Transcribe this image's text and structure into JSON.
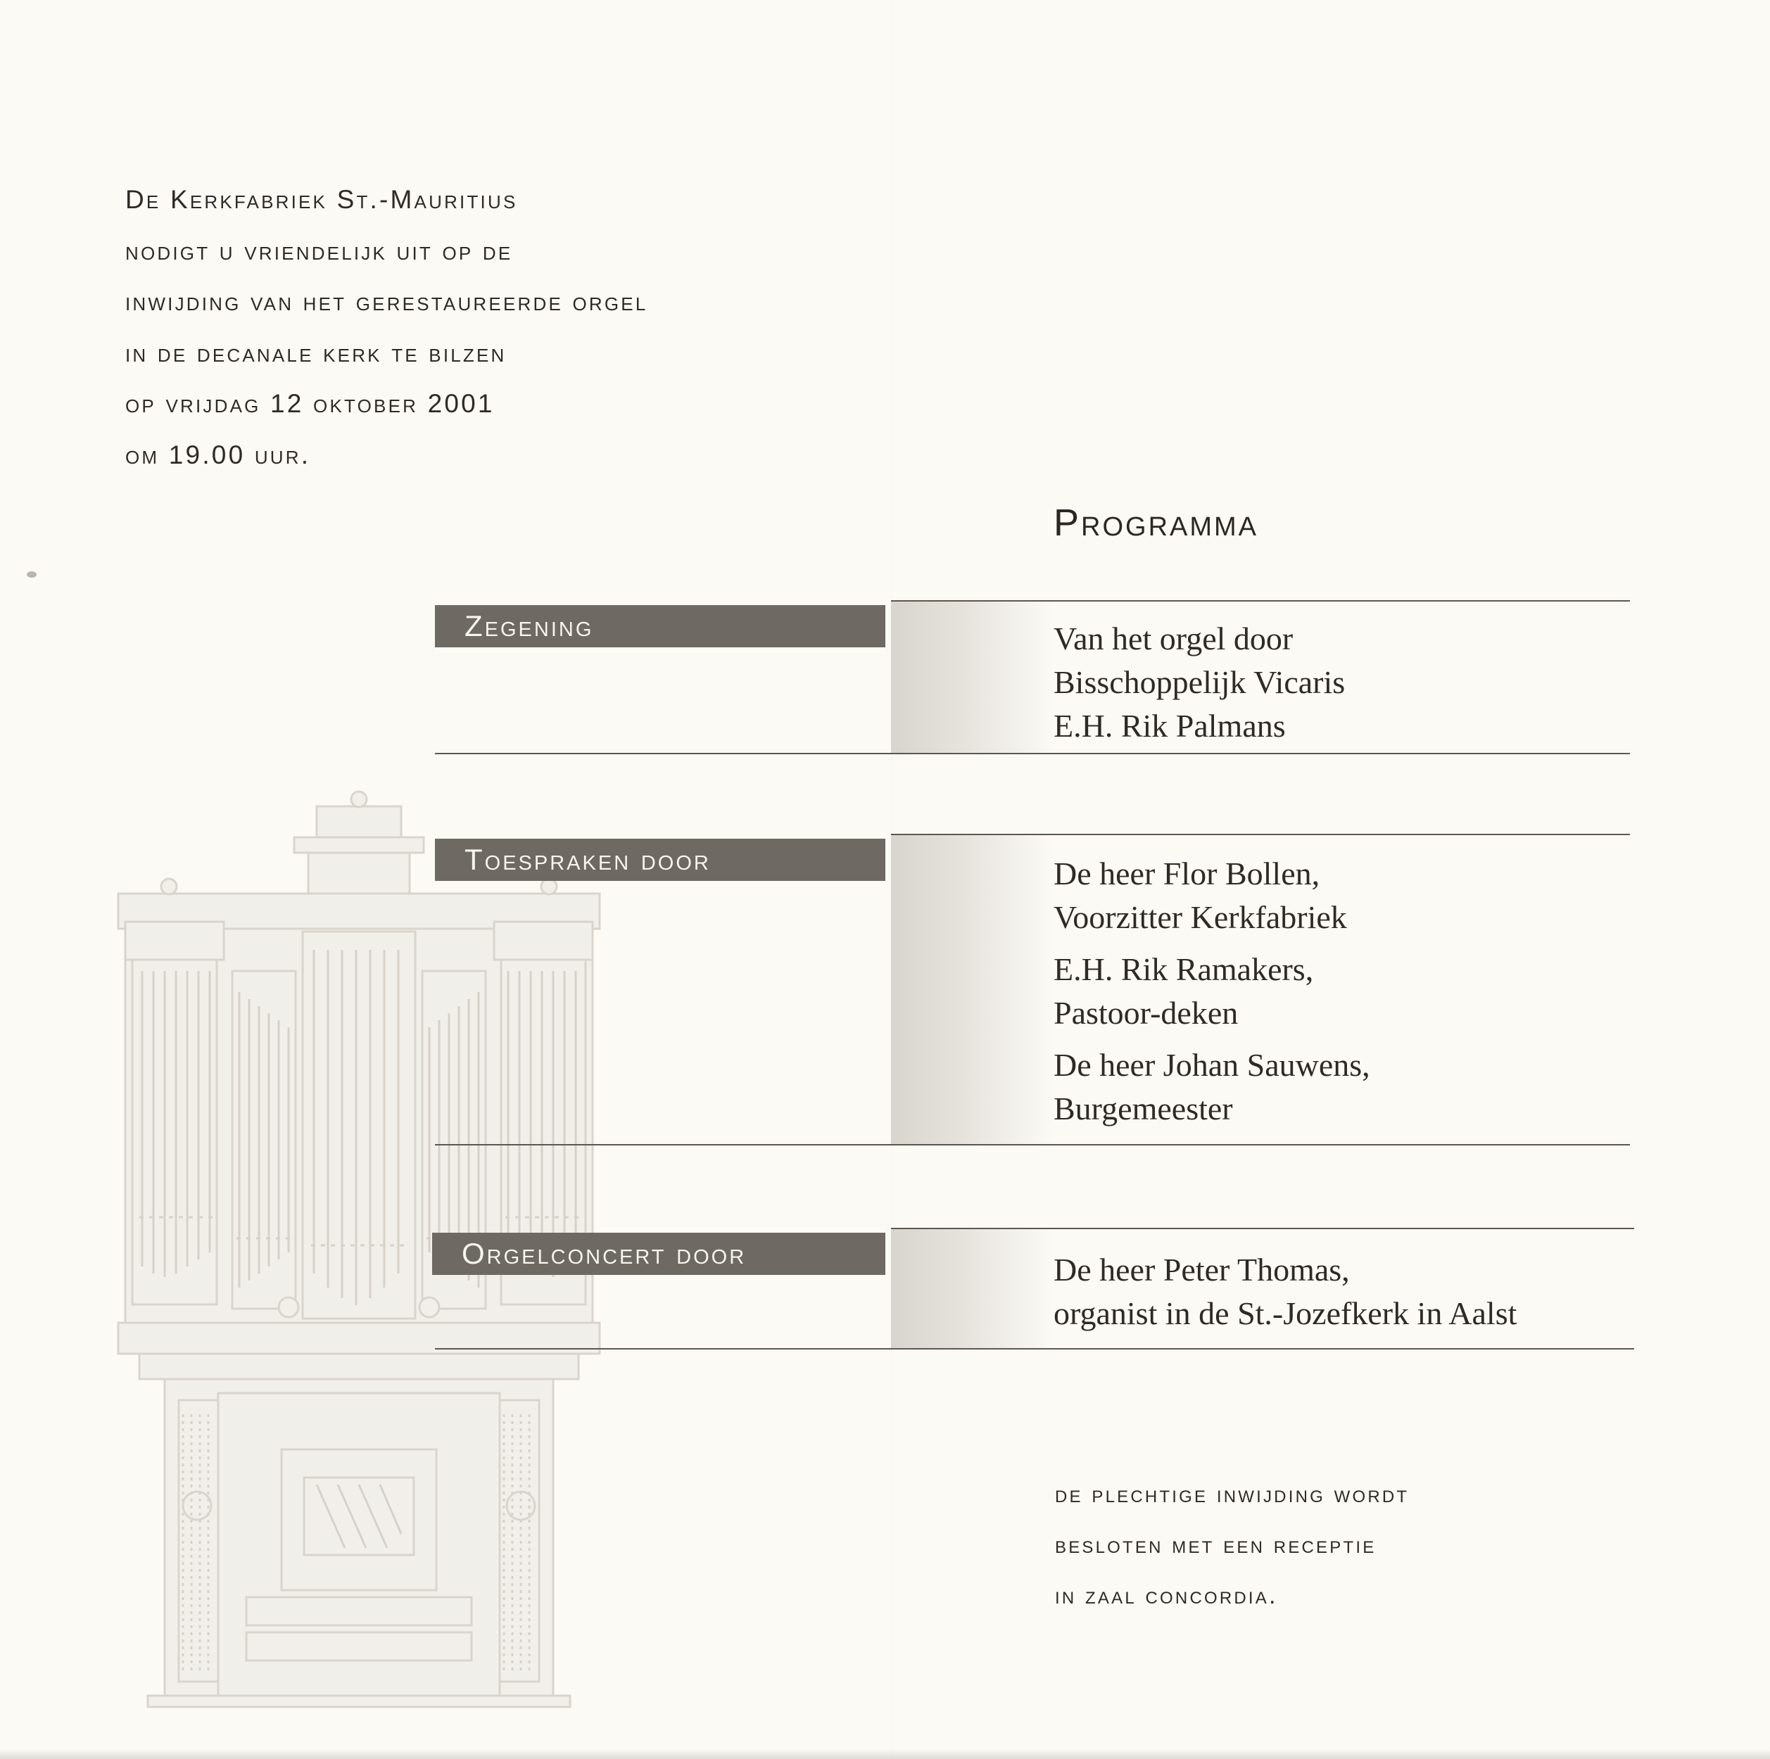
{
  "intro": {
    "lines": [
      "De Kerkfabriek St.-Mauritius",
      "nodigt u vriendelijk uit op de",
      "inwijding van het gerestaureerde orgel",
      "in de decanale kerk te Bilzen",
      "op vrijdag 12 oktober 2001",
      "om 19.00 uur."
    ]
  },
  "programme": {
    "title": "Programma",
    "blocks": [
      {
        "label": "Zegening",
        "lines": [
          "Van het orgel door",
          "Bisschoppelijk Vicaris",
          "E.H. Rik Palmans"
        ]
      },
      {
        "label": "Toespraken door",
        "speakers": [
          [
            "De heer Flor Bollen,",
            "Voorzitter Kerkfabriek"
          ],
          [
            "E.H. Rik Ramakers,",
            "Pastoor-deken"
          ],
          [
            "De heer Johan Sauwens,",
            "Burgemeester"
          ]
        ]
      },
      {
        "label": "Orgelconcert door",
        "lines": [
          "De heer Peter Thomas,",
          "organist in de St.-Jozefkerk in Aalst"
        ]
      }
    ]
  },
  "closing": {
    "lines": [
      "De plechtige inwijding wordt",
      "besloten met een receptie",
      "in zaal Concordia."
    ]
  },
  "illustration": {
    "name": "church-organ-icon",
    "color": "#dcd8d0",
    "fill": "#f1efea"
  }
}
